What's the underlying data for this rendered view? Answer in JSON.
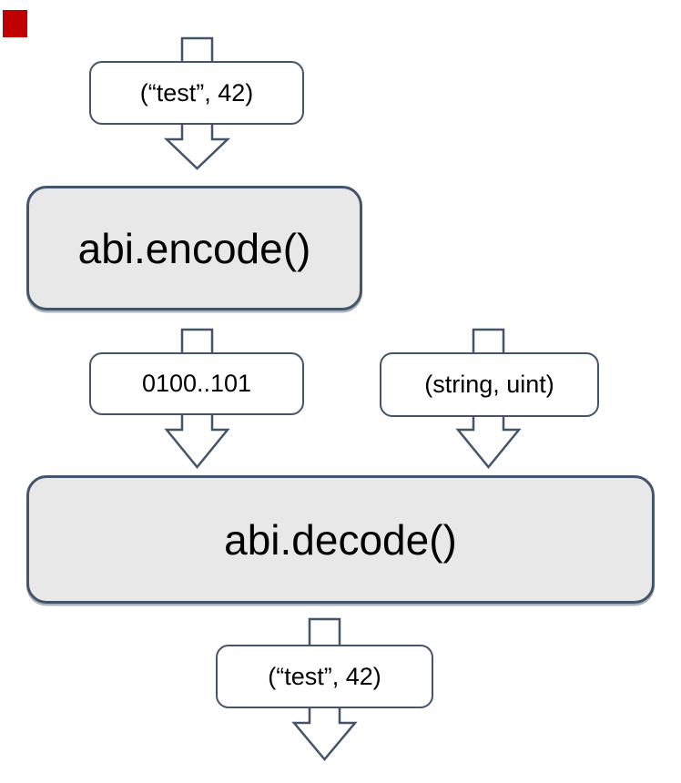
{
  "diagram": {
    "nodes": {
      "input": {
        "label": "(“test”, 42)"
      },
      "encode": {
        "label": "abi.encode()"
      },
      "encoded_bytes": {
        "label": "0100..101"
      },
      "types": {
        "label": "(string, uint)"
      },
      "decode": {
        "label": "abi.decode()"
      },
      "output": {
        "label": "(“test”, 42)"
      }
    },
    "edges": [
      {
        "from": "input",
        "to": "encode",
        "icon": "block-arrow-down-icon"
      },
      {
        "from": "encode",
        "to": "encoded_bytes",
        "icon": "block-arrow-down-icon"
      },
      {
        "from": "encoded_bytes",
        "to": "decode",
        "icon": "block-arrow-down-icon"
      },
      {
        "from": "types",
        "to": "decode",
        "icon": "block-arrow-down-icon"
      },
      {
        "from": "decode",
        "to": "output",
        "icon": "block-arrow-down-icon"
      }
    ],
    "colors": {
      "outline": "#44546A",
      "process_fill": "#E9E8E8",
      "pill_fill": "#FFFFFF",
      "arrow_fill": "#FFFFFF",
      "text": "#000000",
      "accent_square": "#C00000",
      "background": "#FFFFFF"
    }
  }
}
